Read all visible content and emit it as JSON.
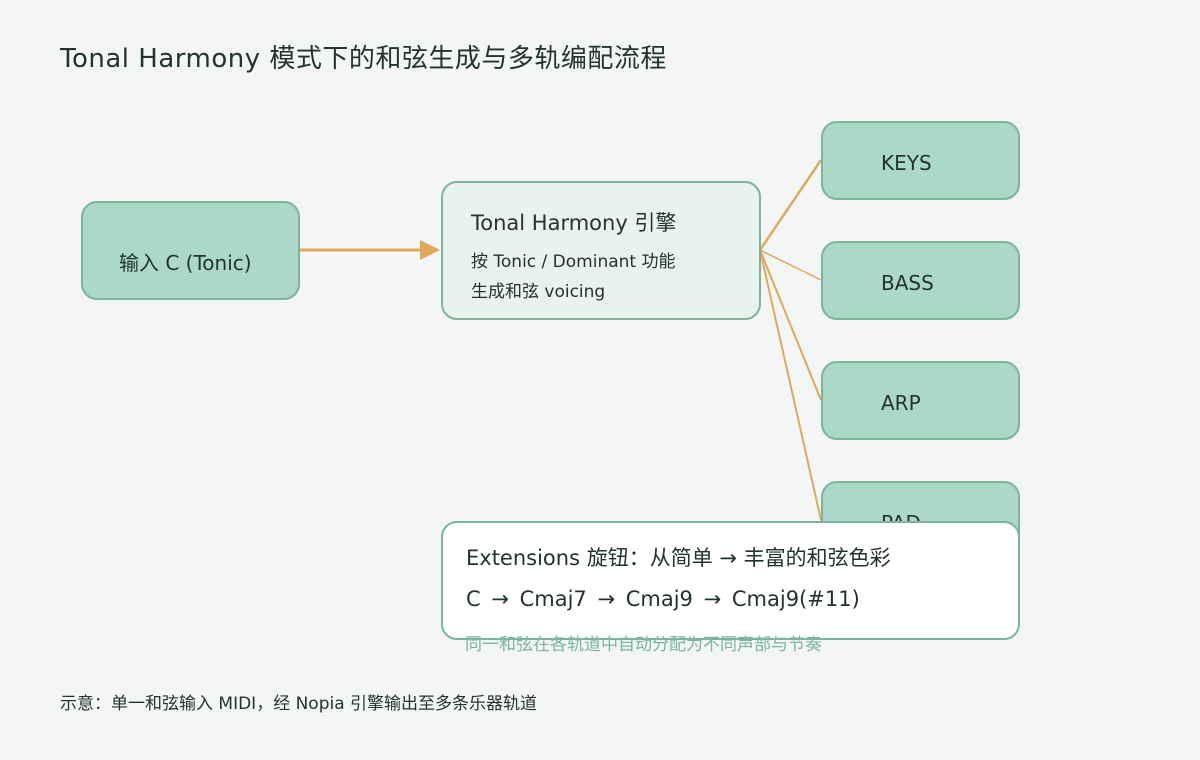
{
  "title": "Tonal Harmony 模式下的和弦生成与多轨编配流程",
  "input_node": {
    "label": "输入 C (Tonic)"
  },
  "hub": {
    "title": "Tonal Harmony 引擎",
    "line1": "按 Tonic / Dominant 功能",
    "line2": "生成和弦 voicing"
  },
  "tracks": [
    {
      "label": "KEYS"
    },
    {
      "label": "BASS"
    },
    {
      "label": "ARP"
    },
    {
      "label": "PAD"
    }
  ],
  "extensions": {
    "title": "Extensions 旋钮：从简单 → 丰富的和弦色彩",
    "progression": "C → Cmaj7 → Cmaj9 → Cmaj9(#11)",
    "note": "同一和弦在各轨道中自动分配为不同声部与节奏"
  },
  "footer": "示意：单一和弦输入 MIDI，经 Nopia 引擎输出至多条乐器轨道",
  "colors": {
    "background": "#f4f6f5",
    "node_fill": "#acd8c7",
    "node_border": "#7ab59c",
    "hub_fill": "#e8f3ee",
    "connector": "#e0a85a",
    "text": "#223330"
  }
}
